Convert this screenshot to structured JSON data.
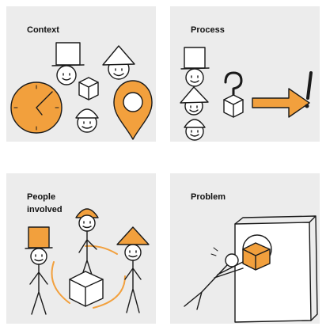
{
  "accent_color": "#f2a03d",
  "card_background": "#ececec",
  "cards": [
    {
      "title": "Context",
      "icons": [
        "top-hat-person-icon",
        "cone-hat-person-icon",
        "cube-icon",
        "helmet-person-icon",
        "clock-icon",
        "location-pin-icon"
      ]
    },
    {
      "title": "Process",
      "icons": [
        "top-hat-person-icon",
        "cone-hat-person-icon",
        "helmet-person-icon",
        "question-mark-icon",
        "cube-icon",
        "arrow-right-icon",
        "exclamation-mark-icon"
      ]
    },
    {
      "title": "People\ninvolved",
      "icons": [
        "top-hat-stick-figure-icon",
        "helmet-stick-figure-icon",
        "cone-hat-stick-figure-icon",
        "cube-icon"
      ]
    },
    {
      "title": "Problem",
      "icons": [
        "wall-icon",
        "pushing-stick-figure-icon",
        "cube-icon"
      ]
    }
  ]
}
